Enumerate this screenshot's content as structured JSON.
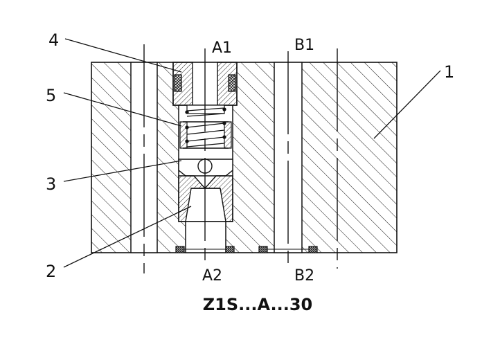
{
  "labels": {
    "part_1": "1",
    "part_2": "2",
    "part_3": "3",
    "part_4": "4",
    "part_5": "5"
  },
  "ports": {
    "a1": "A1",
    "b1": "B1",
    "a2": "A2",
    "b2": "B2"
  },
  "caption": "Z1S...A...30",
  "colors": {
    "line": "#111111",
    "background": "#ffffff"
  }
}
